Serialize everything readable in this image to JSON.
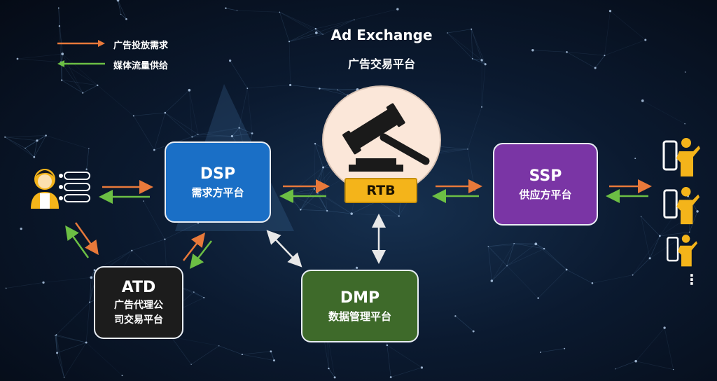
{
  "legend": {
    "demand_label": "广告投放需求",
    "supply_label": "媒体流量供给",
    "demand_color": "#e8793a",
    "supply_color": "#6cbf44"
  },
  "exchange": {
    "title_en": "Ad Exchange",
    "title_cn": "广告交易平台",
    "rtb_label": "RTB",
    "gavel_icon": "gavel-icon"
  },
  "dsp": {
    "title": "DSP",
    "subtitle": "需求方平台",
    "color": "#1a6fc6"
  },
  "ssp": {
    "title": "SSP",
    "subtitle": "供应方平台",
    "color": "#7a35a5"
  },
  "atd": {
    "title": "ATD",
    "subtitle_line1": "广告代理公",
    "subtitle_line2": "司交易平台",
    "color": "#1c1c1c"
  },
  "dmp": {
    "title": "DMP",
    "subtitle": "数据管理平台",
    "color": "#3e6a2a"
  },
  "advertiser": {
    "icon": "advertiser-checklist-icon"
  },
  "users": {
    "icon": "phone-user-icon",
    "ellipsis": "⋮"
  },
  "accent_color": "#f4b41a"
}
